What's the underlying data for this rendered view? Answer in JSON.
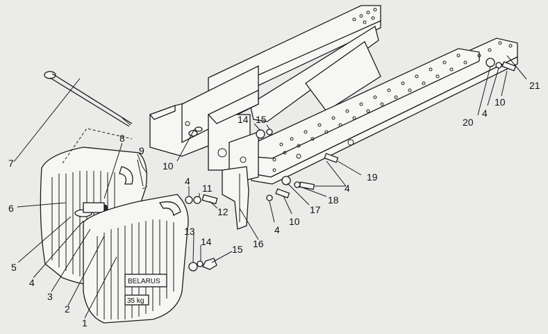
{
  "figure": {
    "callouts": [
      {
        "id": "c1",
        "text": "1"
      },
      {
        "id": "c2",
        "text": "2"
      },
      {
        "id": "c3",
        "text": "3"
      },
      {
        "id": "c4a",
        "text": "4"
      },
      {
        "id": "c5",
        "text": "5"
      },
      {
        "id": "c6",
        "text": "6"
      },
      {
        "id": "c7",
        "text": "7"
      },
      {
        "id": "c8",
        "text": "8"
      },
      {
        "id": "c9",
        "text": "9"
      },
      {
        "id": "c10a",
        "text": "10"
      },
      {
        "id": "c4b",
        "text": "4"
      },
      {
        "id": "c11",
        "text": "11"
      },
      {
        "id": "c12",
        "text": "12"
      },
      {
        "id": "c13",
        "text": "13"
      },
      {
        "id": "c14a",
        "text": "14"
      },
      {
        "id": "c15a",
        "text": "15"
      },
      {
        "id": "c16",
        "text": "16"
      },
      {
        "id": "c14b",
        "text": "14"
      },
      {
        "id": "c15b",
        "text": "15"
      },
      {
        "id": "c4c",
        "text": "4"
      },
      {
        "id": "c10b",
        "text": "10"
      },
      {
        "id": "c17",
        "text": "17"
      },
      {
        "id": "c18",
        "text": "18"
      },
      {
        "id": "c4d",
        "text": "4"
      },
      {
        "id": "c19",
        "text": "19"
      },
      {
        "id": "c20",
        "text": "20"
      },
      {
        "id": "c4e",
        "text": "4"
      },
      {
        "id": "c10c",
        "text": "10"
      },
      {
        "id": "c21",
        "text": "21"
      }
    ],
    "weight_marking": "35 kg",
    "weight_brand": "BELARUS"
  }
}
